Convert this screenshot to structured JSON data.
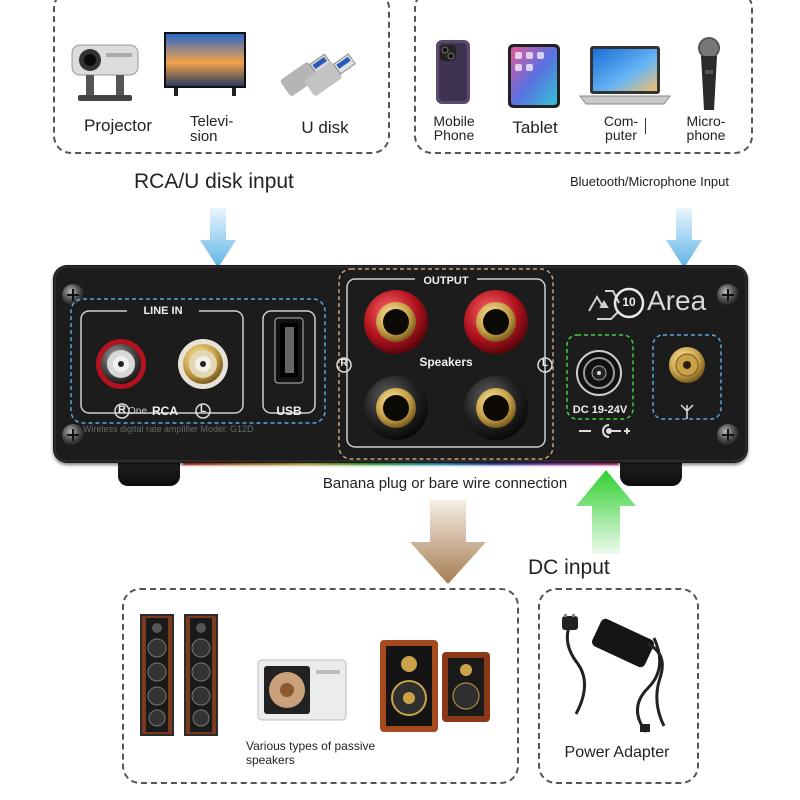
{
  "top_left_box": {
    "items": [
      {
        "label": "Projector",
        "icon": "projector-icon"
      },
      {
        "label": "Televi-\nsion",
        "icon": "television-icon"
      },
      {
        "label": "U disk",
        "icon": "usb-drive-icon"
      }
    ]
  },
  "top_right_box": {
    "items": [
      {
        "label": "Mobile\nPhone",
        "icon": "phone-icon"
      },
      {
        "label": "Tablet",
        "icon": "tablet-icon"
      },
      {
        "label": "Com-\nputer",
        "icon": "laptop-icon"
      },
      {
        "label": "Micro-\nphone",
        "icon": "microphone-icon"
      }
    ]
  },
  "captions": {
    "rca_input": "RCA/U disk input",
    "bt_input": "Bluetooth/Microphone Input",
    "banana": "Banana plug or bare wire connection",
    "dc_input": "DC input"
  },
  "panel": {
    "line_in": "LINE IN",
    "rca": "RCA",
    "r": "R",
    "one": "One",
    "l": "L",
    "usb": "USB",
    "output": "OUTPUT",
    "speakers": "Speakers",
    "spk_r": "R",
    "spk_l": "L",
    "dc": "DC 19-24V",
    "brand": "Area",
    "brand_number": "10",
    "model": "Wireless digital rate amplifier Model: G12D"
  },
  "bottom_left_box": {
    "caption": "Various types of passive\nspeakers"
  },
  "bottom_right_box": {
    "caption": "Power Adapter"
  },
  "colors": {
    "arrow_blue": "#7fc4ea",
    "arrow_brown": "#a67c52",
    "arrow_green": "#3ecf3e",
    "panel": "#1a1a1a",
    "binding_red": "#b3121e",
    "gold": "#c9a24a"
  }
}
